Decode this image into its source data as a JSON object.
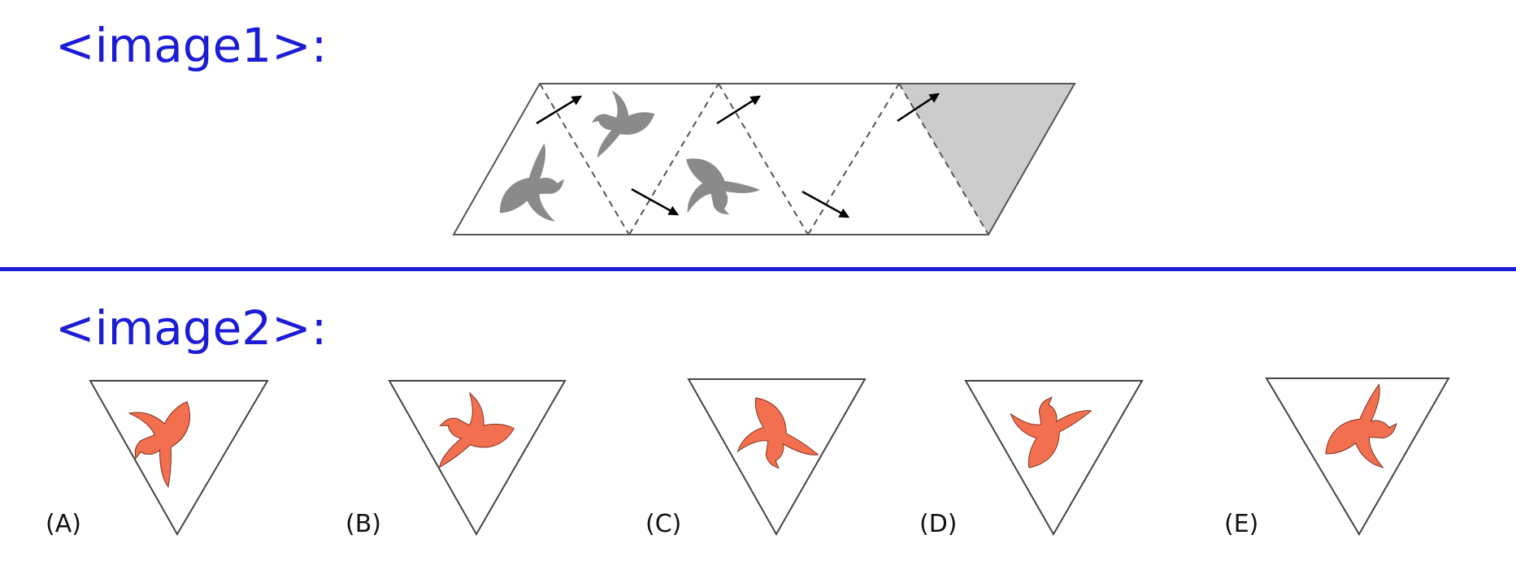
{
  "headings": {
    "image1": "<image1>:",
    "image2": "<image2>:"
  },
  "options": [
    {
      "label": "(A)"
    },
    {
      "label": "(B)"
    },
    {
      "label": "(C)"
    },
    {
      "label": "(D)"
    },
    {
      "label": "(E)"
    }
  ],
  "colors": {
    "heading": "#1c1cd6",
    "divider": "#1c1cd6",
    "strip_kangaroo": "#8a8a8a",
    "shaded_cell": "#cccccc",
    "option_kangaroo": "#f26f50"
  },
  "icons": {
    "net_arrow": "arrow-icon",
    "figure": "kangaroo-icon"
  }
}
